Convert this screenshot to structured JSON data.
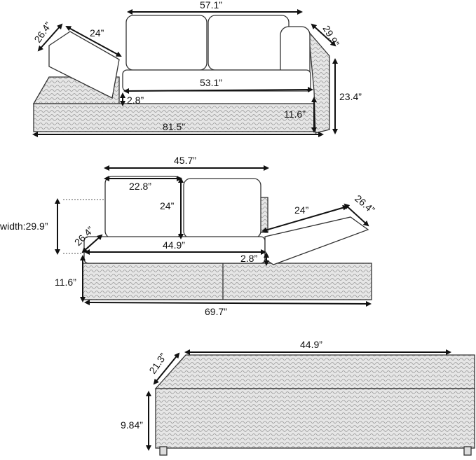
{
  "views": {
    "sofa": {
      "labels": {
        "total_back_width": "57.1”",
        "chaise_back_depth": "26.4”",
        "chaise_back_length": "24”",
        "arm_depth": "29.9”",
        "seat_width": "53.1”",
        "cushion_thickness": "2.8”",
        "total_height": "23.4”",
        "seat_height": "11.6”",
        "total_length": "81.5”"
      }
    },
    "side": {
      "labels": {
        "back_width": "45.7”",
        "cushion_width": "22.8”",
        "cushion_height": "24”",
        "width": "width:29.9”",
        "chaise_back_length": "24”",
        "chaise_back_depth": "26.4”",
        "seat_depth": "26.4”",
        "seat_width": "44.9”",
        "cushion_thickness": "2.8”",
        "seat_height": "11.6”",
        "total_length": "69.7”"
      }
    },
    "ottoman": {
      "labels": {
        "length": "44.9”",
        "depth": "21.3”",
        "height": "9.84”"
      }
    }
  }
}
